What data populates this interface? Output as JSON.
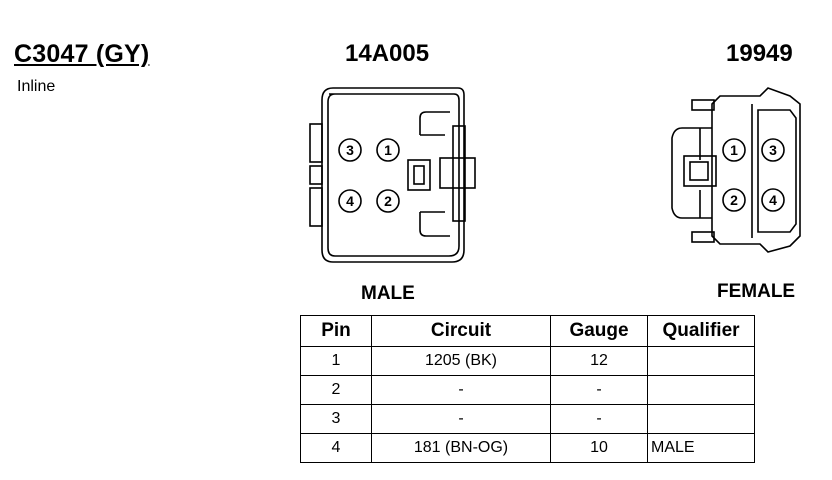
{
  "connector": {
    "title": "C3047 (GY)",
    "location": "Inline",
    "part_left": "14A005",
    "part_right": "19949",
    "male_label": "MALE",
    "female_label": "FEMALE",
    "male_pins": [
      "3",
      "1",
      "4",
      "2"
    ],
    "female_pins": [
      "1",
      "3",
      "2",
      "4"
    ]
  },
  "table": {
    "headers": [
      "Pin",
      "Circuit",
      "Gauge",
      "Qualifier"
    ],
    "rows": [
      {
        "pin": "1",
        "circuit": "1205 (BK)",
        "gauge": "12",
        "qualifier": ""
      },
      {
        "pin": "2",
        "circuit": "-",
        "gauge": "-",
        "qualifier": ""
      },
      {
        "pin": "3",
        "circuit": "-",
        "gauge": "-",
        "qualifier": ""
      },
      {
        "pin": "4",
        "circuit": "181 (BN-OG)",
        "gauge": "10",
        "qualifier": "MALE"
      }
    ]
  }
}
